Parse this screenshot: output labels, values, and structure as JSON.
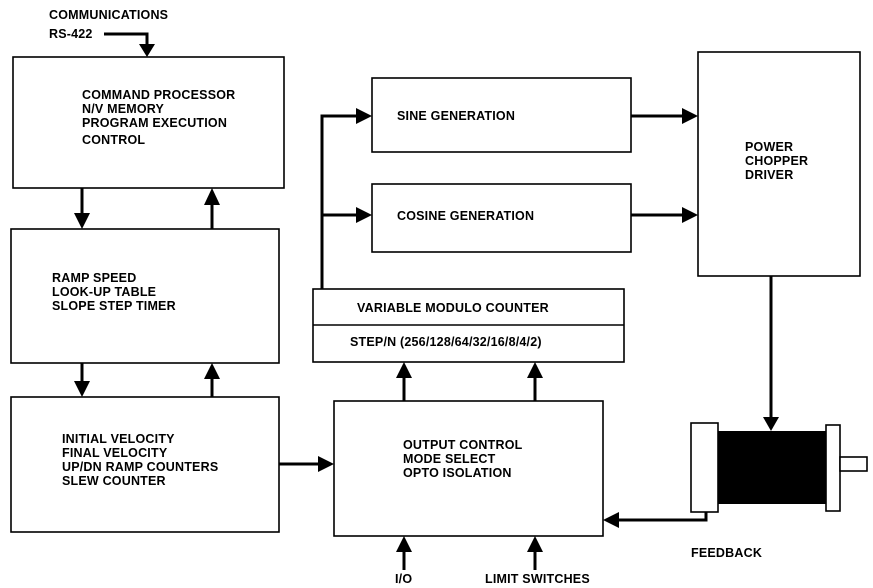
{
  "communications": {
    "title": "COMMUNICATIONS",
    "port": "RS-422"
  },
  "blocks": {
    "command_processor": [
      "COMMAND PROCESSOR",
      "N/V MEMORY",
      "PROGRAM EXECUTION",
      "CONTROL"
    ],
    "ramp": [
      "RAMP SPEED",
      "LOOK-UP TABLE",
      "SLOPE STEP TIMER"
    ],
    "velocity": [
      "INITIAL VELOCITY",
      "FINAL VELOCITY",
      "UP/DN RAMP COUNTERS",
      "SLEW COUNTER"
    ],
    "sine": "SINE GENERATION",
    "cosine": "COSINE GENERATION",
    "modulo_counter": "VARIABLE MODULO COUNTER",
    "step_n": "STEP/N (256/128/64/32/16/8/4/2)",
    "output_control": [
      "OUTPUT CONTROL",
      "MODE SELECT",
      "OPTO ISOLATION"
    ],
    "power": [
      "POWER",
      "CHOPPER",
      "DRIVER"
    ]
  },
  "inputs": {
    "io": "I/O",
    "limit_switches": "LIMIT SWITCHES"
  },
  "feedback": "FEEDBACK"
}
